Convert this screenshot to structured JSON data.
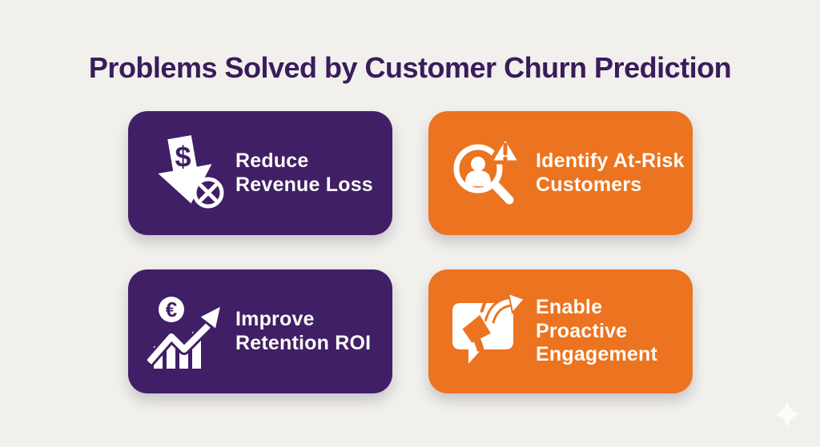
{
  "title": "Problems Solved by Customer Churn Prediction",
  "colors": {
    "background": "#f1f0ec",
    "purple": "#401f66",
    "orange": "#ec7320",
    "title_text": "#3a1b5c",
    "card_text": "#fffdf7",
    "icon": "#ffffff"
  },
  "cards": [
    {
      "label": "Reduce Revenue Loss",
      "lines": [
        "Reduce",
        "Revenue Loss"
      ],
      "color_name": "purple",
      "icon": "dollar-down-arrow-icon"
    },
    {
      "label": "Identify At-Risk Customers",
      "lines": [
        "Identify At-Risk",
        "Customers"
      ],
      "color_name": "orange",
      "icon": "customer-risk-search-icon"
    },
    {
      "label": "Improve Retention ROI",
      "lines": [
        "Improve",
        "Retention ROI"
      ],
      "color_name": "purple",
      "icon": "growth-chart-coin-icon"
    },
    {
      "label": "Enable Proactive Engagement",
      "lines": [
        "Enable",
        "Proactive",
        "Engagement"
      ],
      "color_name": "orange",
      "icon": "megaphone-chat-arrow-icon"
    }
  ],
  "watermark": {
    "icon": "sparkle-icon"
  }
}
